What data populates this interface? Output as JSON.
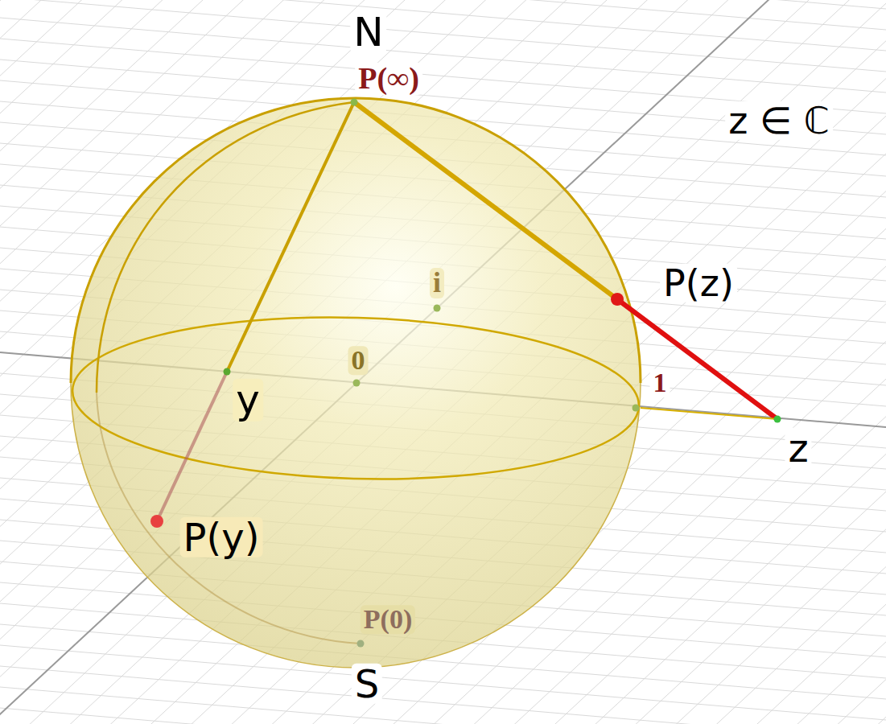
{
  "diagram": {
    "labels": [
      "N",
      "P(∞)",
      "z ∈ ℂ",
      "i",
      "P(z)",
      "y",
      "0",
      "1",
      "z",
      "P(y)",
      "P(0)",
      "S"
    ]
  }
}
